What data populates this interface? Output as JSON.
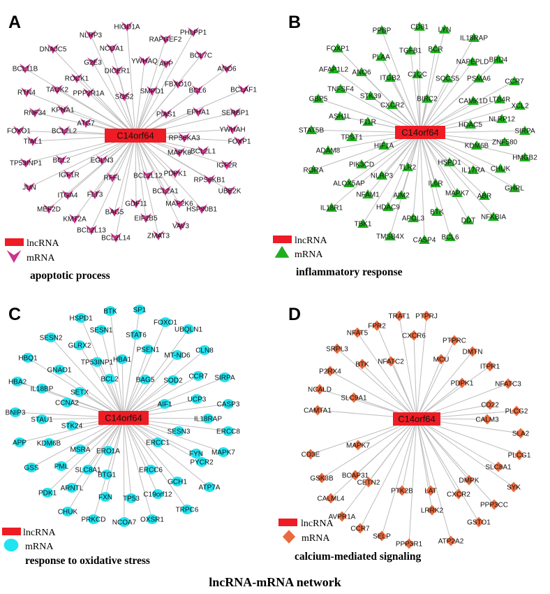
{
  "figure_title": "lncRNA-mRNA network",
  "colors": {
    "hub": "#ee1c24",
    "edge": "#bdbdbd"
  },
  "panels": [
    {
      "letter": "A",
      "hub": "C14orf64",
      "legend": {
        "lncrna": "lncRNA",
        "mrna": "mRNA"
      },
      "process": "apoptotic process",
      "mrna_shape": "chevron",
      "mrna_color": "#cc338c",
      "mrnas": [
        "HIGD1A",
        "NLRP3",
        "RAPGEF2",
        "PHLPP1",
        "DNAJC5",
        "NCOA1",
        "G2E3",
        "YWHAQ",
        "BCL7C",
        "APP",
        "ANO6",
        "BCL11B",
        "ROCK1",
        "DICER1",
        "FBXO10",
        "BCL6",
        "BCLAF1",
        "TAOK2",
        "PPP2R1A",
        "SOS2",
        "SMPD1",
        "RTN4",
        "RNF34",
        "KPNA1",
        "ATG7",
        "PIAS1",
        "EPHA1",
        "SERBP1",
        "FOXO1",
        "BCL2L2",
        "YWHAH",
        "RPS6KA3",
        "TIAL1",
        "FOXP1",
        "TP53INP1",
        "BCL2",
        "EGLN3",
        "MAPK8",
        "BCL2L1",
        "IGF2R",
        "IGF1R",
        "RFFL",
        "BCL2L12",
        "PDPK1",
        "RPS6KB1",
        "JUN",
        "ITGA4",
        "FLT3",
        "BCL2A1",
        "UBE2K",
        "MEF2D",
        "MAP2K6",
        "HSP90B1",
        "GDF11",
        "BAG5",
        "EIF2B5",
        "KMT2A",
        "VAV3",
        "BCL2L13",
        "ZMAT3",
        "BCL2L14"
      ]
    },
    {
      "letter": "B",
      "hub": "C14orf64",
      "legend": {
        "lncrna": "lncRNA",
        "mrna": "mRNA"
      },
      "process": "inflammatory response",
      "mrna_shape": "triangle",
      "mrna_color": "#1fae1f",
      "mrnas": [
        "PPBP",
        "CD81",
        "LYN",
        "IL18RAP",
        "FOXP1",
        "TGFB1",
        "BCR",
        "NAPEPLD",
        "BRD4",
        "PLAA",
        "AFAP1L2",
        "ANO6",
        "ITGB2",
        "C1QC",
        "SOCS5",
        "PSMA6",
        "CCR7",
        "TNFSF4",
        "STK39",
        "CXCR2",
        "BIRC2",
        "CAMK1D",
        "LTB4R",
        "GBP5",
        "XCL2",
        "ASH1L",
        "HDAC5",
        "NLRP12",
        "F11R",
        "STAT5B",
        "TPST1",
        "SIRPA",
        "KDM6B",
        "ZNF580",
        "ADAM8",
        "HIF1A",
        "HMGB2",
        "PIK3CD",
        "HSPD1",
        "TLR2",
        "NLRP3",
        "IL17RA",
        "CHUK",
        "RORA",
        "ALOX5AP",
        "IL6R",
        "GHRL",
        "NFAM1",
        "AIM2",
        "MAPK7",
        "ABR",
        "IL18R1",
        "HDAC9",
        "BTK",
        "DDT",
        "NFKBIA",
        "APOL3",
        "TBK1",
        "TMSB4X",
        "CASP4",
        "BCL6"
      ]
    },
    {
      "letter": "C",
      "hub": "C14orf64",
      "legend": {
        "lncrna": "lncRNA",
        "mrna": "mRNA"
      },
      "process": "response to oxidative stress",
      "mrna_shape": "circle",
      "mrna_color": "#22e3f0",
      "mrnas": [
        "BTK",
        "SP1",
        "HSPD1",
        "SESN1",
        "FOXO1",
        "UBQLN1",
        "STAT6",
        "SESN2",
        "GLRX2",
        "HBA1",
        "PSEN1",
        "CLN8",
        "TP53INP1",
        "MT-ND6",
        "HBQ1",
        "GNAO1",
        "HBA2",
        "BCL2",
        "BAG5",
        "SOD2",
        "CCR7",
        "SIRPA",
        "IL18BP",
        "SETX",
        "CCNA2",
        "UCP3",
        "AIF1",
        "CASP3",
        "BNIP3",
        "STAU1",
        "IL18RAP",
        "STK24",
        "SESN3",
        "ERCC8",
        "APP",
        "KDM6B",
        "MSRA",
        "ERO1A",
        "ERCC1",
        "MAPK7",
        "FYN",
        "PYCR2",
        "GSS",
        "PML",
        "SLC8A1",
        "ERCC6",
        "BTG1",
        "GCH1",
        "ATP7A",
        "C19orf12",
        "PDK1",
        "ARNTL",
        "FXN",
        "TP53",
        "TRPC6",
        "CHUK",
        "PRKCD",
        "NCOA7",
        "OXSR1"
      ]
    },
    {
      "letter": "D",
      "hub": "C14orf64",
      "legend": {
        "lncrna": "lncRNA",
        "mrna": "mRNA"
      },
      "process": "calcium-mediated signaling",
      "mrna_shape": "diamond",
      "mrna_color": "#ea6a3d",
      "mrnas": [
        "TRAT1",
        "PTPRJ",
        "FPR2",
        "NFAT5",
        "CXCR6",
        "PTPRC",
        "DMTN",
        "SRPL3",
        "MCU",
        "ITPR1",
        "NFATC2",
        "BTK",
        "PDPK1",
        "NFATC3",
        "P2RX4",
        "CD22",
        "PLCG2",
        "NCALD",
        "SLC9A1",
        "CAMTA1",
        "CALM3",
        "SLA2",
        "MAPK7",
        "PLCG1",
        "CD3E",
        "SLC8A1",
        "GSK3B",
        "BCAP31",
        "DMPK",
        "SYK",
        "PPP3CC",
        "CALML4",
        "CETN2",
        "PTK2B",
        "LAT",
        "CXCR2",
        "AVPR1A",
        "GSTO1",
        "LRRK2",
        "CCR7",
        "SELP",
        "PPP3R1",
        "ATP2A2"
      ]
    }
  ]
}
